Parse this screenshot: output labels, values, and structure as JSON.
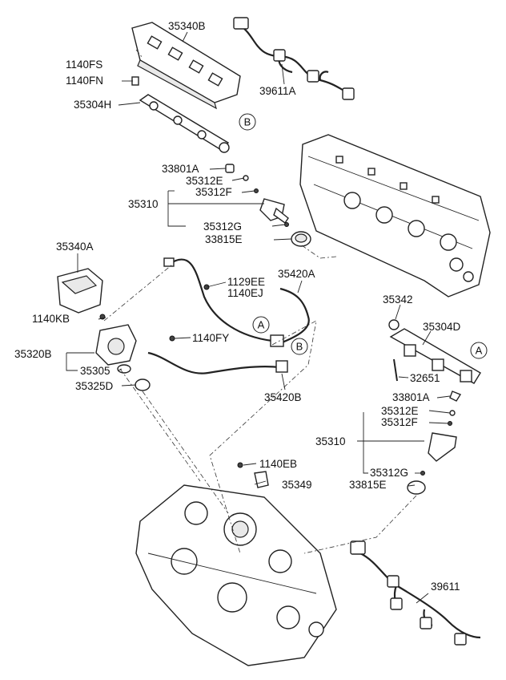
{
  "labels": {
    "p35340B": "35340B",
    "p39611A": "39611A",
    "p1140FS": "1140FS",
    "p1140FN": "1140FN",
    "p35304H": "35304H",
    "p33801A_top": "33801A",
    "p35312E_top": "35312E",
    "p35312F_top": "35312F",
    "p35310_top": "35310",
    "p35312G_top": "35312G",
    "p33815E_top": "33815E",
    "p35340A": "35340A",
    "p1129EE": "1129EE",
    "p1140EJ": "1140EJ",
    "p35420A": "35420A",
    "p1140KB": "1140KB",
    "p1140FY": "1140FY",
    "p35320B": "35320B",
    "p35305": "35305",
    "p35325D": "35325D",
    "p35420B": "35420B",
    "p35342": "35342",
    "p35304D": "35304D",
    "p32651": "32651",
    "p33801A_bot": "33801A",
    "p35312E_bot": "35312E",
    "p35312F_bot": "35312F",
    "p35310_bot": "35310",
    "p35312G_bot": "35312G",
    "p33815E_bot": "33815E",
    "p1140EB": "1140EB",
    "p35349": "35349",
    "p39611": "39611"
  },
  "callouts": {
    "B_top": "B",
    "A_mid": "A",
    "B_mid": "B",
    "A_right": "A"
  }
}
